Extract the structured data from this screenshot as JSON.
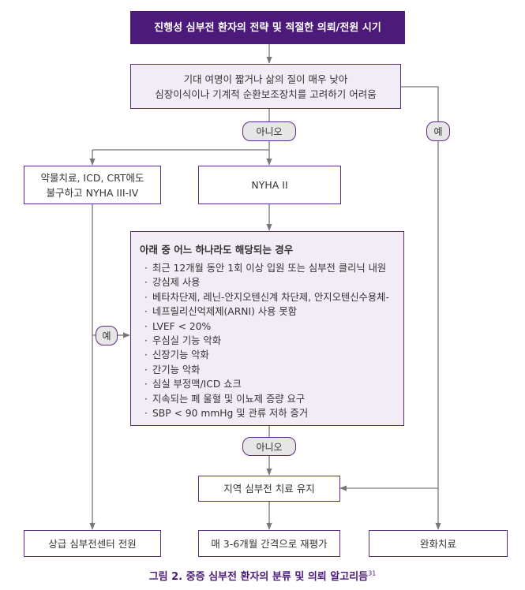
{
  "title": "진행성 심부전 환자의 전략 및 적절한 의뢰/전원 시기",
  "question": [
    "기대 여명이 짧거나 삶의 질이 매우 낮아",
    "심장이식이나 기계적 순환보조장치를 고려하기 어려움"
  ],
  "no_label_1": "아니오",
  "yes_label_1": "예",
  "left_box": [
    "약물치료, ICD, CRT에도",
    "불구하고 NYHA  III-IV"
  ],
  "nyha_box": "NYHA II",
  "criteria": {
    "heading": "아래 중 어느 하나라도 해당되는 경우",
    "items": [
      "최근 12개월 동안 1회 이상 입원 또는 심부전 클리닉 내원",
      "강심제 사용",
      "베타차단제, 레닌-안지오텐신계 차단제, 안지오텐신수용체-",
      "네프릴리신억제제(ARNI) 사용 못함",
      "LVEF  < 20%",
      "우심실 기능 악화",
      "신장기능 악화",
      "간기능 악화",
      "심실 부정맥/ICD 쇼크",
      "지속되는 폐 울혈 및 이뇨제 증량 요구",
      "SBP  < 90 mmHg 및 관류 저하 증거"
    ]
  },
  "yes_label_2": "예",
  "no_label_2": "아니오",
  "maintain_box": "지역 심부전 치료 유지",
  "outcomes": {
    "transfer": "상급 심부전센터 전원",
    "reassess": "매 3-6개월 간격으로 재평가",
    "palliative": "완화치료"
  },
  "caption": "그림 2. 중증 심부전 환자의 분류 및 의뢰 알고리듬",
  "caption_ref": "31",
  "colors": {
    "primary": "#4b1a7a",
    "border": "#5b2a86",
    "shade": "#f2ecf6",
    "pill": "#e6e6e6",
    "line": "#777777"
  }
}
